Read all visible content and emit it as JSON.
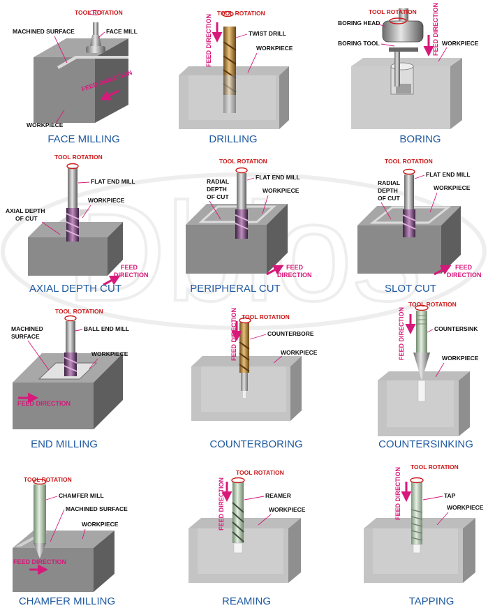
{
  "common": {
    "tool_rotation": "TOOL ROTATION",
    "feed_direction": "FEED DIRECTION",
    "workpiece": "WORKPIECE",
    "machined_surface": "MACHINED SURFACE",
    "machined_surface_l1": "MACHINED",
    "machined_surface_l2": "SURFACE",
    "flat_end_mill": "FLAT END MILL",
    "feed_word": "FEED",
    "direction_word": "DIRECTION",
    "radial_l1": "RADIAL",
    "radial_l2": "DEPTH",
    "radial_l3": "OF CUT",
    "axial_l1": "AXIAL DEPTH",
    "axial_l2": "OF CUT"
  },
  "panels": {
    "face_milling": {
      "title": "FACE MILLING",
      "tool": "FACE MILL"
    },
    "drilling": {
      "title": "DRILLING",
      "tool": "TWIST DRILL"
    },
    "boring": {
      "title": "BORING",
      "head": "BORING HEAD",
      "tool": "BORING TOOL"
    },
    "axial": {
      "title": "AXIAL DEPTH CUT"
    },
    "peripheral": {
      "title": "PERIPHERAL CUT"
    },
    "slot": {
      "title": "SLOT CUT"
    },
    "end_milling": {
      "title": "END MILLING",
      "tool": "BALL END MILL"
    },
    "counterboring": {
      "title": "COUNTERBORING",
      "tool": "COUNTERBORE"
    },
    "countersinking": {
      "title": "COUNTERSINKING",
      "tool": "COUNTERSINK"
    },
    "chamfer": {
      "title": "CHAMFER MILLING",
      "tool": "CHAMFER MILL"
    },
    "reaming": {
      "title": "REAMING",
      "tool": "REAMER"
    },
    "tapping": {
      "title": "TAPPING",
      "tool": "TAP"
    }
  },
  "watermark": "Dbios",
  "colors": {
    "title_blue": "#1f5aa0",
    "arrow_magenta": "#d6197a",
    "rotation_red": "#cc1a1a",
    "block_gray": "#8c8c8c"
  }
}
